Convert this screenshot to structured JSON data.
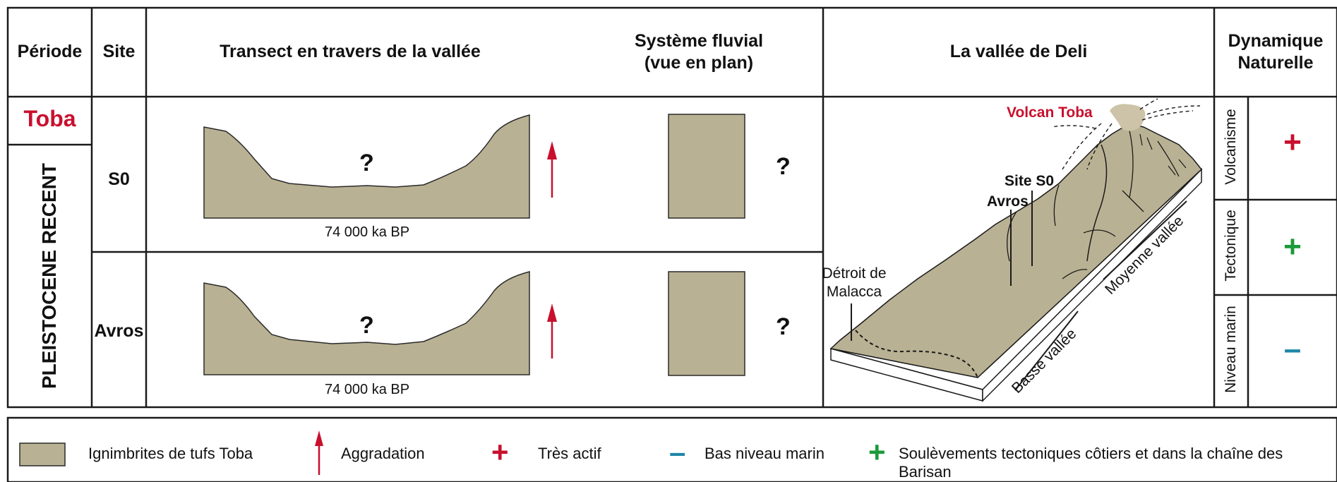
{
  "headers": {
    "periode": "Période",
    "site": "Site",
    "transect": "Transect en travers de la vallée",
    "systeme_line1": "Système fluvial",
    "systeme_line2": "(vue en plan)",
    "vallee": "La vallée de Deli",
    "dynamique_line1": "Dynamique",
    "dynamique_line2": "Naturelle"
  },
  "periods": {
    "toba": "Toba",
    "pleistocene": "PLEISTOCENE  RECENT"
  },
  "rows": [
    {
      "site": "S0",
      "transect_question": "?",
      "transect_caption": "74 000 ka BP",
      "plan_question": "?"
    },
    {
      "site": "Avros",
      "transect_question": "?",
      "transect_caption": "74 000 ka BP",
      "plan_question": "?"
    }
  ],
  "map_labels": {
    "volcan": "Volcan Toba",
    "site_s0": "Site S0",
    "avros": "Avros",
    "detroit_line1": "Détroit de",
    "detroit_line2": "Malacca",
    "moyenne": "Moyenne vallée",
    "basse": "Basse vallée"
  },
  "dynamics": [
    {
      "label": "Volcanisme",
      "sign": "+",
      "color": "#c8102e"
    },
    {
      "label": "Tectonique",
      "sign": "+",
      "color": "#1a9a3a"
    },
    {
      "label": "Niveau marin",
      "sign": "–",
      "color": "#1f86a8"
    }
  ],
  "legend": {
    "ignimbrites": "Ignimbrites de tufs Toba",
    "aggradation": "Aggradation",
    "tres_actif": "Très actif",
    "bas_niveau": "Bas niveau marin",
    "soulevements": "Soulèvements tectoniques côtiers et dans la chaîne des Barisan"
  },
  "colors": {
    "tuff": "#b9b193",
    "red": "#c8102e",
    "green": "#1a9a3a",
    "blue": "#1f86a8",
    "line": "#1a1a1a"
  }
}
